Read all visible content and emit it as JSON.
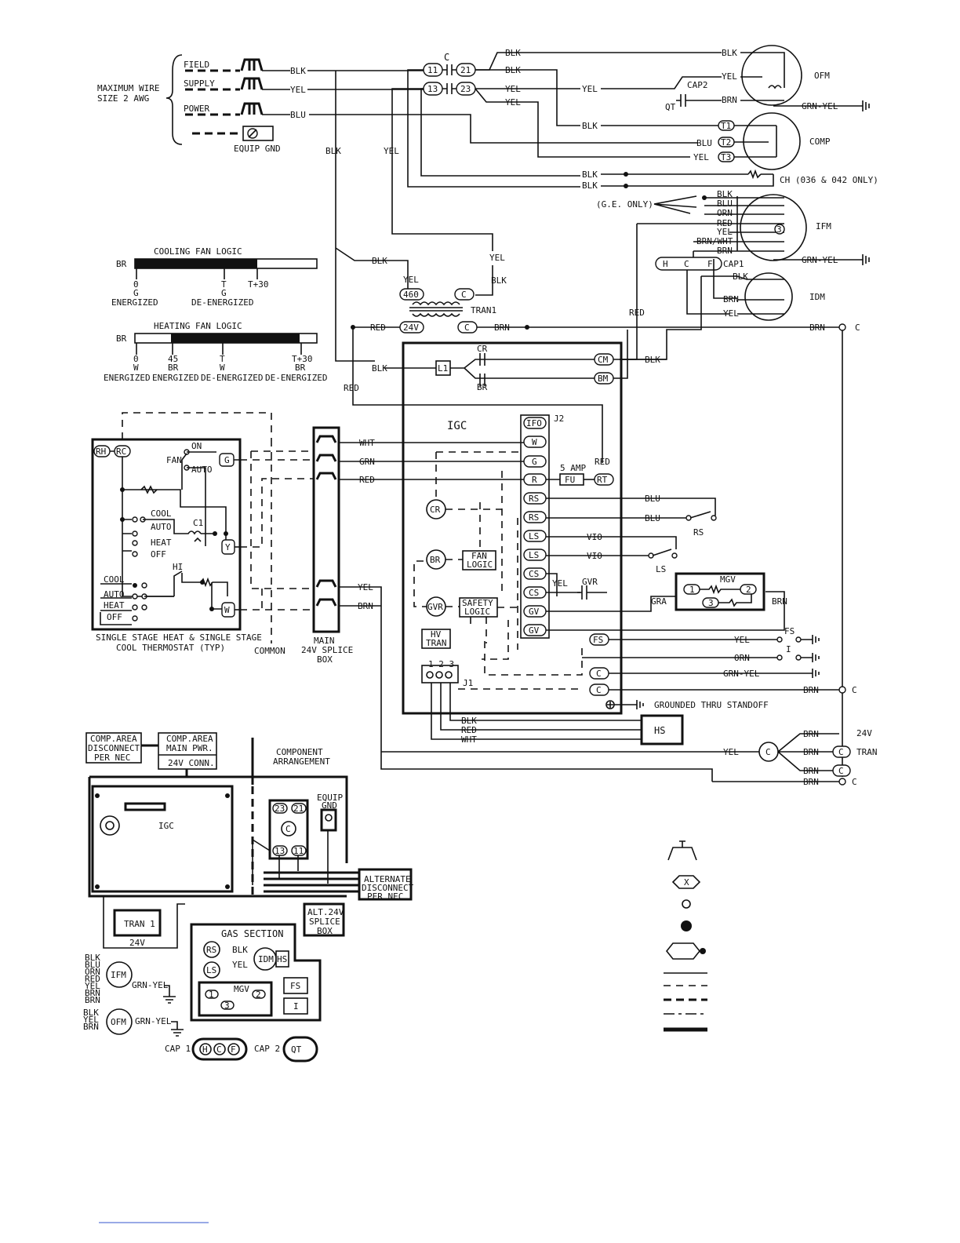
{
  "supply": {
    "max_wire": [
      "MAXIMUM WIRE",
      "SIZE 2 AWG"
    ],
    "field": "FIELD",
    "supply": "SUPPLY",
    "power": "POWER",
    "equip_gnd": "EQUIP GND"
  },
  "wires": {
    "blk": "BLK",
    "yel": "YEL",
    "blu": "BLU",
    "red": "RED",
    "brn": "BRN",
    "orn": "ORN",
    "wht": "WHT",
    "grn": "GRN",
    "vio": "VIO",
    "gra": "GRA",
    "grn_yel": "GRN-YEL",
    "brn_wht": "BRN/WHT"
  },
  "contactor": {
    "label": "C",
    "t11": "11",
    "t21": "21",
    "t13": "13",
    "t23": "23"
  },
  "motors": {
    "ofm": "OFM",
    "comp": "COMP",
    "ifm": "IFM",
    "idm": "IDM",
    "cap2": "CAP2",
    "qt": "QT",
    "cap1": "CAP1",
    "h": "H",
    "c": "C",
    "f": "F",
    "t1": "T1",
    "t2": "T2",
    "t3": "T3",
    "ch": "CH (036 & 042 ONLY)",
    "ge_only": "(G.E. ONLY)",
    "ifm_num": "3"
  },
  "transformer": {
    "tran1": "TRAN1",
    "v460": "460",
    "v24": "24V",
    "c": "C"
  },
  "fan_logic": {
    "cool_title": "COOLING FAN LOGIC",
    "heat_title": "HEATING FAN LOGIC",
    "br": "BR",
    "cool_ticks": [
      "0",
      "T",
      "T+30"
    ],
    "cool_sub": [
      "G",
      "G"
    ],
    "cool_states": [
      "ENERGIZED",
      "DE-ENERGIZED"
    ],
    "heat_ticks": [
      "0",
      "45",
      "T",
      "T+30"
    ],
    "heat_sub": [
      "W",
      "BR",
      "W",
      "BR"
    ],
    "heat_states": [
      "ENERGIZED",
      "ENERGIZED",
      "DE-ENERGIZED",
      "DE-ENERGIZED"
    ]
  },
  "igc": {
    "title": "IGC",
    "j2": "J2",
    "j1": "J1",
    "j1_pins": "1 2 3",
    "cr": "CR",
    "br": "BR",
    "gvr": "GVR",
    "l1": "L1",
    "cm": "CM",
    "bm": "BM",
    "fan_logic": [
      "FAN",
      "LOGIC"
    ],
    "safety_logic": [
      "SAFETY",
      "LOGIC"
    ],
    "hv_tran": [
      "HV",
      "TRAN"
    ],
    "fuse_rating": "5 AMP",
    "fu": "FU",
    "rt": "RT",
    "pins": [
      "IFO",
      "W",
      "G",
      "R",
      "RS",
      "RS",
      "LS",
      "LS",
      "CS",
      "CS",
      "GV",
      "GV"
    ],
    "fs_pin": "FS",
    "c_pin": "C",
    "grounded": "GROUNDED THRU STANDOFF"
  },
  "controls": {
    "rs": "RS",
    "ls": "LS",
    "mgv": "MGV",
    "m1": "1",
    "m2": "2",
    "m3": "3",
    "fs": "FS",
    "i": "I",
    "hs": "HS",
    "v24": "24V",
    "tran": "TRAN"
  },
  "thermostat": {
    "rh": "RH",
    "rc": "RC",
    "on": "ON",
    "fan": "FAN",
    "auto": "AUTO",
    "g": "G",
    "y": "Y",
    "w": "W",
    "c1": "C1",
    "hi": "HI",
    "cool": "COOL",
    "heat": "HEAT",
    "off": "OFF",
    "caption": [
      "SINGLE STAGE HEAT & SINGLE STAGE",
      "COOL THERMOSTAT (TYP)"
    ],
    "common": "COMMON"
  },
  "splice_box": [
    "MAIN",
    "24V SPLICE",
    "BOX"
  ],
  "arrangement": {
    "comp_disc": [
      "COMP.AREA",
      "DISCONNECT",
      "PER NEC"
    ],
    "comp_main": [
      "COMP.AREA",
      "MAIN PWR."
    ],
    "conn_24v": "24V CONN.",
    "title": [
      "COMPONENT",
      "ARRANGEMENT"
    ],
    "igc": "IGC",
    "equip_gnd": [
      "EQUIP",
      "GND"
    ],
    "alt_disc": [
      "ALTERNATE",
      "DISCONNECT",
      "PER NEC"
    ],
    "alt_splice": [
      "ALT.24V",
      "SPLICE",
      "BOX"
    ],
    "tran1": "TRAN 1",
    "v24": "24V",
    "gas_section": "GAS SECTION",
    "cap1": "CAP 1",
    "cap2": "CAP 2",
    "qt": "QT",
    "ifm_wires": [
      "BLK",
      "BLU",
      "ORN",
      "RED",
      "YEL",
      "BRN",
      "BRN"
    ],
    "ofm_wires": [
      "BLK",
      "YEL",
      "BRN"
    ],
    "x": "X"
  }
}
